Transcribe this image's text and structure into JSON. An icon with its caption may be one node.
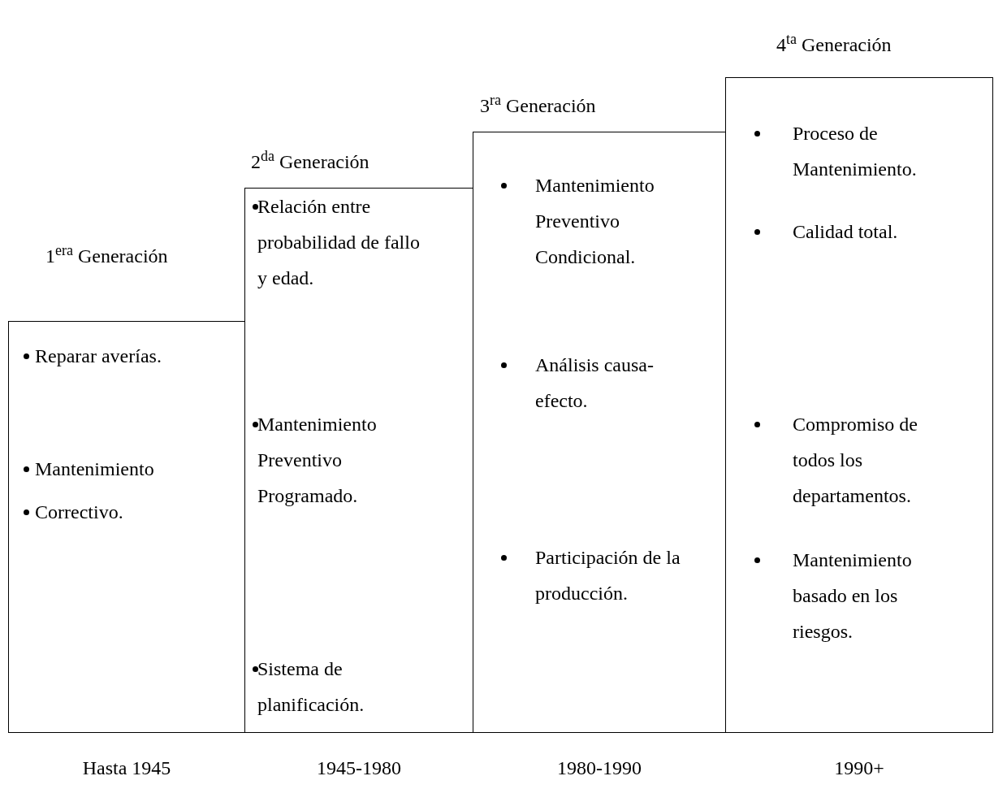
{
  "diagram": {
    "nodes": [
      {
        "text": [
          "1$^{era}$ Generación",
          "Reparar averías.",
          "Mantenimiento",
          "Correctivo."
        ],
        "beside": [
          "Hasta 1945"
        ]
      },
      {
        "text": [
          "2$^{da}$ Generación",
          "Relación entre probabilidad de fallo y edad.",
          "Mantenimiento Preventivo Programado.",
          "Sistema de planificación."
        ],
        "beside": [
          "1945-1980"
        ]
      },
      {
        "text": [
          "3$^{ra}$ Generación",
          "Mantenimiento Preventivo Condicional.",
          "Análisis causa-efecto.",
          "Participación de la producción."
        ],
        "beside": [
          "1980-1990"
        ]
      },
      {
        "text": [
          "4$^{ta}$ Generación",
          "Proceso de Mantenimiento.",
          "Calidad total.",
          "Compromiso de todos los departamentos.",
          "Mantenimiento basado en los riesgos."
        ],
        "beside": [
          "1990+"
        ]
      }
    ]
  }
}
